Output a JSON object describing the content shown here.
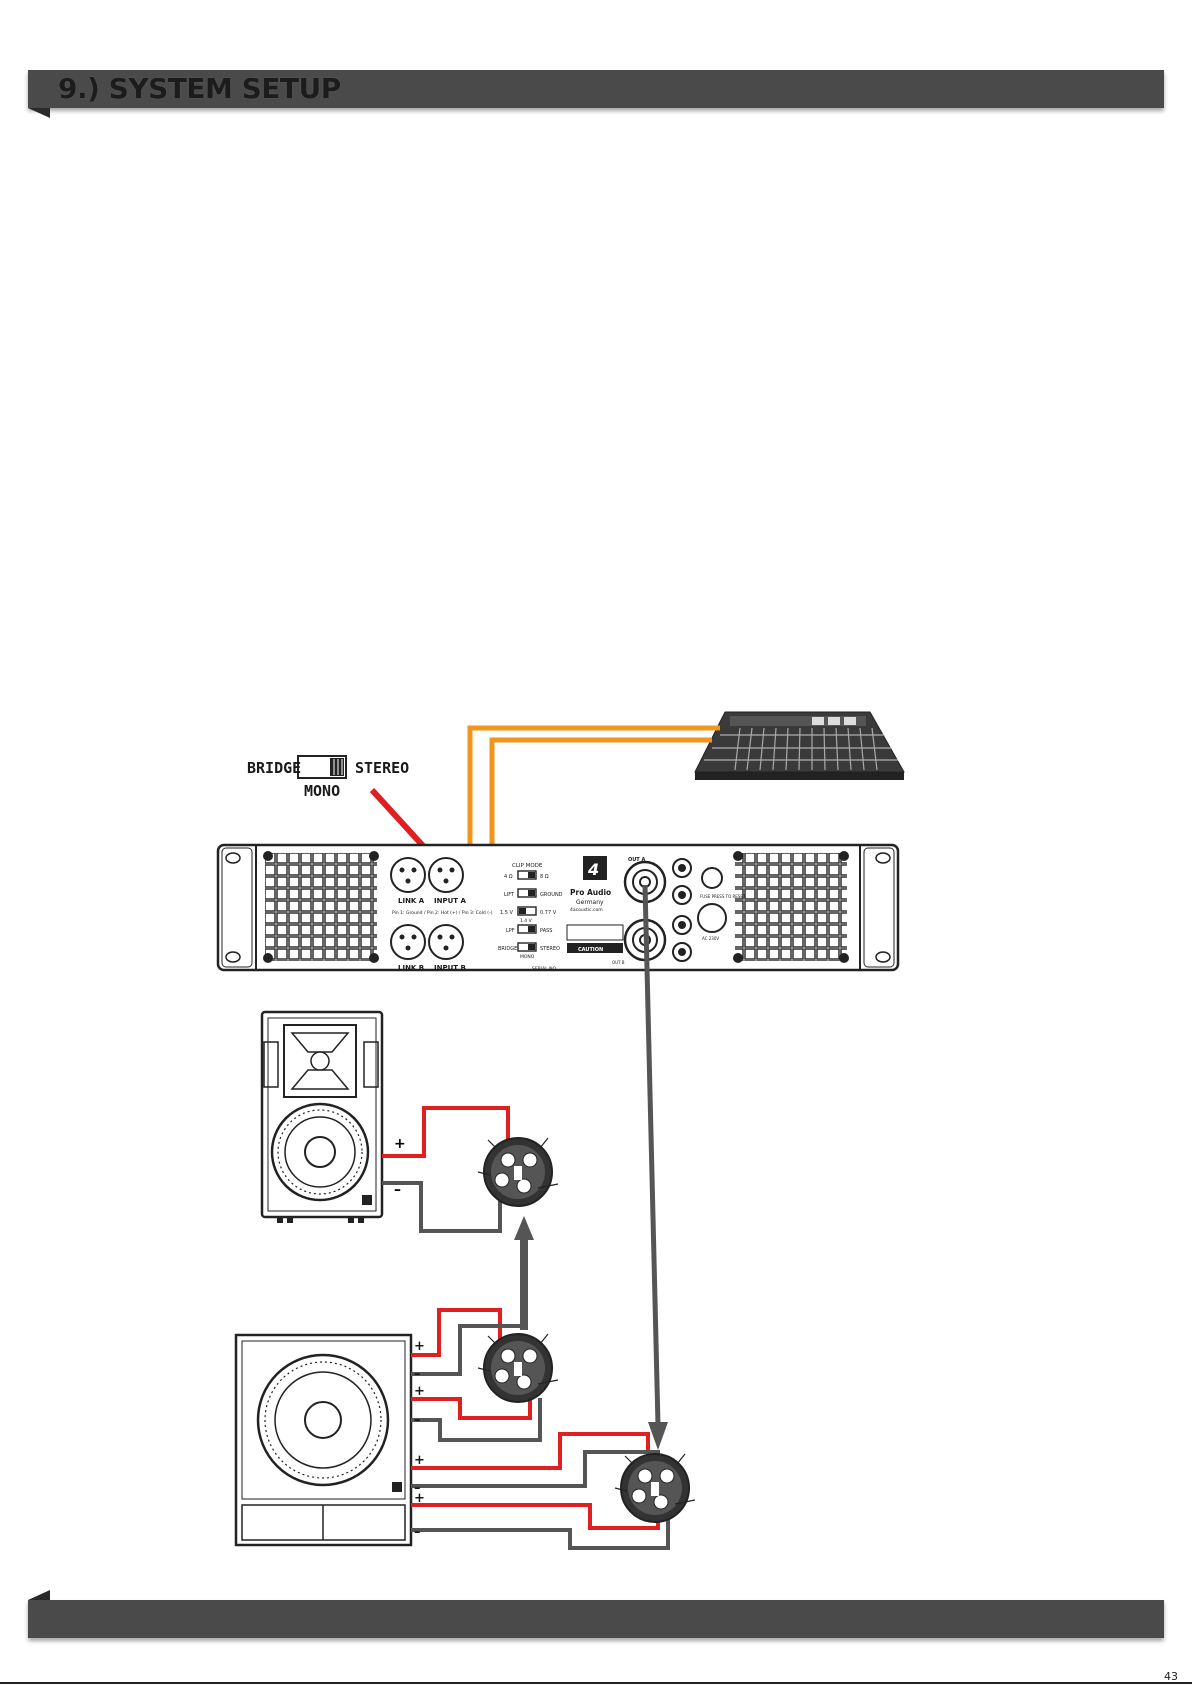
{
  "header": {
    "title": "9.) SYSTEM SETUP"
  },
  "switch": {
    "left_label": "BRIDGE",
    "right_label": "STEREO",
    "bottom_label": "MONO"
  },
  "amp": {
    "link_a": "LINK A",
    "input_a": "INPUT A",
    "link_b": "LINK B",
    "input_b": "INPUT B",
    "clip_mode": "CLIP MODE",
    "v4": "4 Ω",
    "v8": "8 Ω",
    "lift": "LIFT",
    "ground": "GROUND",
    "v15": "1.5 V",
    "v077": "0.77 V",
    "v14": "1.4 V",
    "lpf": "LPF",
    "pass": "PASS",
    "bridge": "BRIDGE",
    "stereo": "STEREO",
    "mono": "MONO",
    "brand_line1": "Pro Audio",
    "brand_line2": "Germany",
    "brand_site": "4acoustic.com",
    "out_a": "OUT A",
    "out_b": "OUT B",
    "caution": "CAUTION",
    "ac_label": "AC 230V",
    "serial": "SERIAL NO.",
    "wiring_note": "Pin 1: Ground / Pin 2: Hot (+) / Pin 3: Cold (-)",
    "fuse_label": "FUSE PRESS TO RESET",
    "logo": "4"
  },
  "polarity": {
    "top_plus": "+",
    "top_minus": "–",
    "sub_plus1": "+",
    "sub_minus1": "–",
    "sub_plus2": "+",
    "sub_minus2": "–",
    "sub_plus3": "+",
    "sub_minus3": "–",
    "sub_plus4": "+",
    "sub_minus4": "–"
  },
  "footer": {
    "page": "43"
  },
  "colors": {
    "bar": "#4a4a4a",
    "orange": "#f0961e",
    "red": "#e02020",
    "wire": "#555555"
  }
}
